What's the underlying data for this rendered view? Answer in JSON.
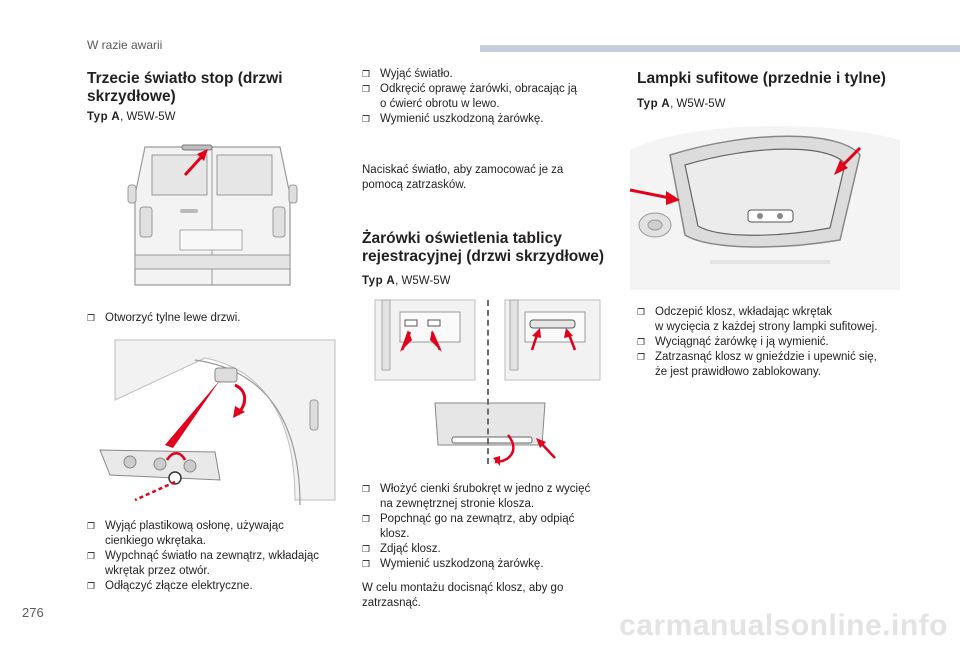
{
  "header": {
    "section_title": "W razie awarii"
  },
  "page_number": "276",
  "watermark": "carmanualsonline.info",
  "col1": {
    "title_line1": "Trzecie światło stop (drzwi",
    "title_line2": "skrzydłowe)",
    "typ_label": "Typ A",
    "typ_value": ", W5W-5W",
    "step_a": "Otworzyć tylne lewe drzwi.",
    "steps_b": [
      "Wyjąć plastikową osłonę, używając",
      "cienkiego wkrętaka.",
      "Wypchnąć światło na zewnątrz, wkładając",
      "wkrętak przez otwór.",
      "Odłączyć złącze elektryczne."
    ]
  },
  "col2": {
    "steps_a": [
      "Wyjąć światło.",
      "Odkręcić oprawę żarówki, obracając ją",
      "o ćwierć obrotu w lewo.",
      "Wymienić uszkodzoną żarówkę."
    ],
    "para1_line1": "Naciskać światło, aby zamocować je za",
    "para1_line2": "pomocą zatrzasków.",
    "title_line1": "Żarówki oświetlenia tablicy",
    "title_line2": "rejestracyjnej (drzwi skrzydłowe)",
    "typ_label": "Typ A",
    "typ_value": ", W5W-5W",
    "steps_b": [
      "Włożyć cienki śrubokręt w jedno z wycięć",
      "na zewnętrznej stronie klosza.",
      "Popchnąć go na zewnątrz, aby odpiąć",
      "klosz.",
      "Zdjąć klosz.",
      "Wymienić uszkodzoną żarówkę."
    ],
    "para2_line1": "W celu montażu docisnąć klosz, aby go",
    "para2_line2": "zatrzasnąć."
  },
  "col3": {
    "title": "Lampki sufitowe (przednie i tylne)",
    "typ_label": "Typ A",
    "typ_value": ", W5W-5W",
    "steps": [
      "Odczepić klosz, wkładając wkrętak",
      "w wycięcia z każdej strony lampki sufitowej.",
      "Wyciągnąć żarówkę i ją wymienić.",
      "Zatrzasnąć klosz w gnieździe i upewnić się,",
      "że jest prawidłowo zablokowany."
    ]
  },
  "colors": {
    "accent": "#e2001a",
    "header_bar": "#c7cedd",
    "figure_bg": "#f2f2f2",
    "outline": "#8a8a8a"
  },
  "icons": {
    "bullet": "square-arrow-bullet-icon"
  }
}
